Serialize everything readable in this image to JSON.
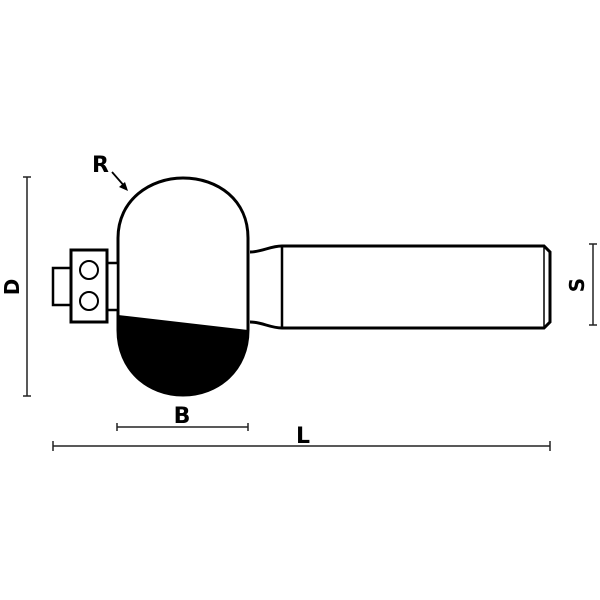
{
  "diagram": {
    "subject": "ball-end router bit with guide bearing",
    "colors": {
      "stroke": "#000000",
      "fill": "#ffffff",
      "cutter": "#000000",
      "dim": "#222222"
    },
    "labels": {
      "radius": "R",
      "diameter": "D",
      "cutting_height": "B",
      "total_length": "L",
      "shank": "S"
    }
  }
}
